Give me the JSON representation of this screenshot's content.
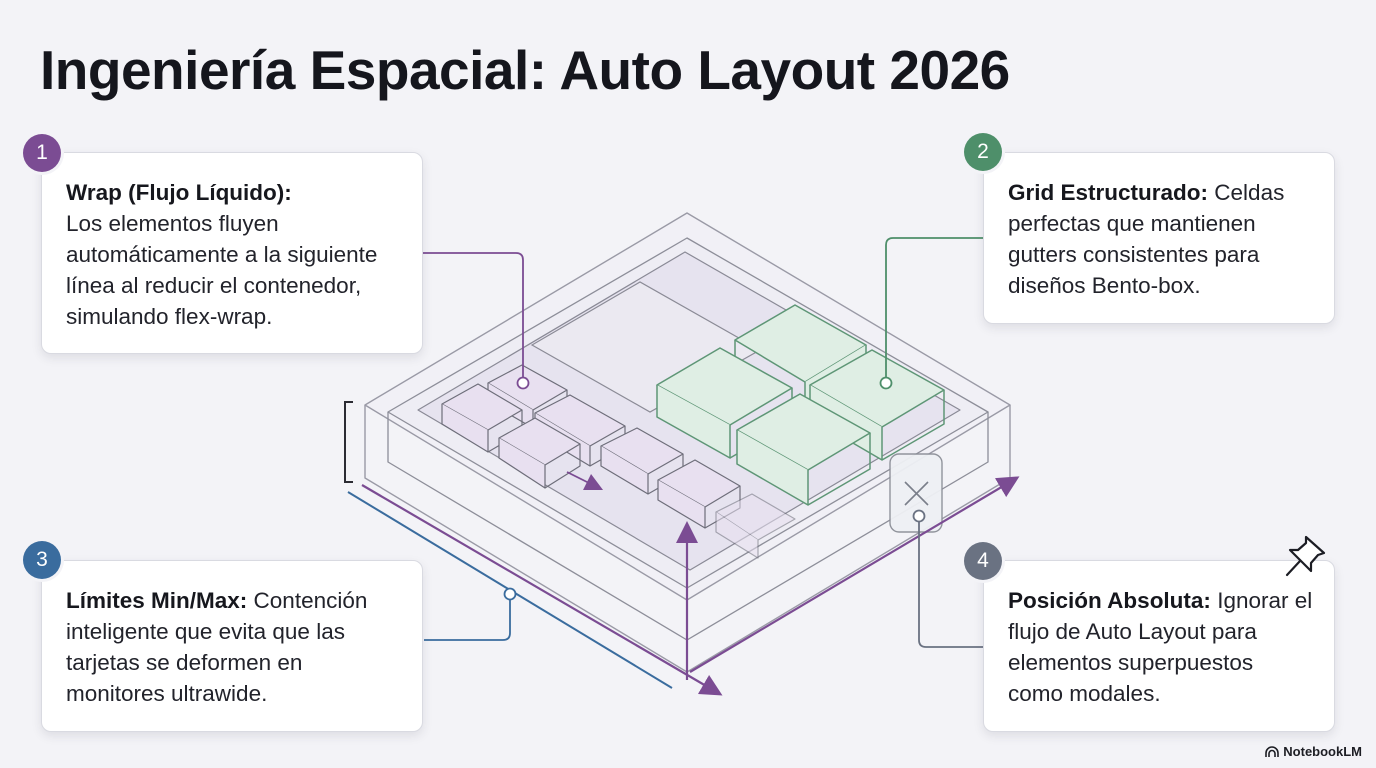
{
  "title": "Ingeniería Espacial: Auto Layout 2026",
  "colors": {
    "purple": "#7b4c93",
    "green": "#4e8f6a",
    "blue": "#3a6c9e",
    "gray": "#6a7282"
  },
  "callouts": [
    {
      "number": "1",
      "lead": "Wrap (Flujo Líquido):",
      "text": "Los elementos fluyen automáticamente a la siguiente línea al reducir el contenedor, simulando flex-wrap."
    },
    {
      "number": "2",
      "lead": "Grid Estructurado:",
      "text": "Celdas perfectas que mantienen gutters consistentes para diseños Bento-box."
    },
    {
      "number": "3",
      "lead": "Límites Min/Max:",
      "text": "Contención inteligente que evita que las tarjetas se deformen en monitores ultrawide."
    },
    {
      "number": "4",
      "lead": "Posición Absoluta:",
      "text": "Ignorar el flujo de Auto Layout para elementos superpuestos como modales."
    }
  ],
  "icons": {
    "pin": "pushpin-icon",
    "close": "close-icon",
    "brand": "notebooklm-logo-icon"
  },
  "brand": "NotebookLM"
}
